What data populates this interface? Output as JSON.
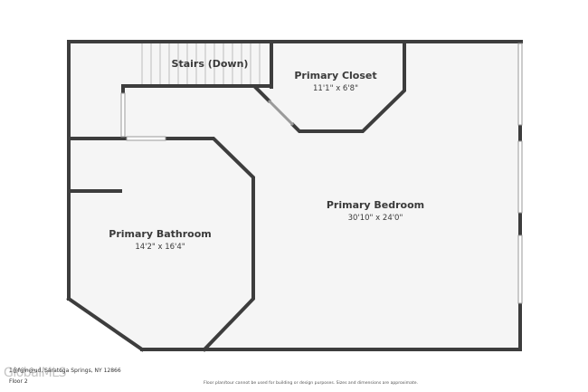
{
  "plan": {
    "colors": {
      "wall": "#3d3d3d",
      "floor": "#f5f5f5",
      "window": "#ffffff",
      "stairs_line": "#bdbdbd"
    },
    "rooms": [
      {
        "id": "stairs",
        "name": "Stairs (Down)",
        "dimensions": ""
      },
      {
        "id": "closet",
        "name": "Primary Closet",
        "dimensions": "11'1\" x 6'8\""
      },
      {
        "id": "bedroom",
        "name": "Primary Bedroom",
        "dimensions": "30'10\" x 24'0\""
      },
      {
        "id": "bathroom",
        "name": "Primary Bathroom",
        "dimensions": "14'2\" x 16'4\""
      }
    ]
  },
  "footer": {
    "address": "1@f@n@ud, Saratoga Springs, NY 12866",
    "floor": "Floor 2",
    "disclaimer": "Floor plan/tour cannot be used for building or design purposes. Sizes and dimensions are approximate.",
    "watermark": "GlobalMLS"
  }
}
